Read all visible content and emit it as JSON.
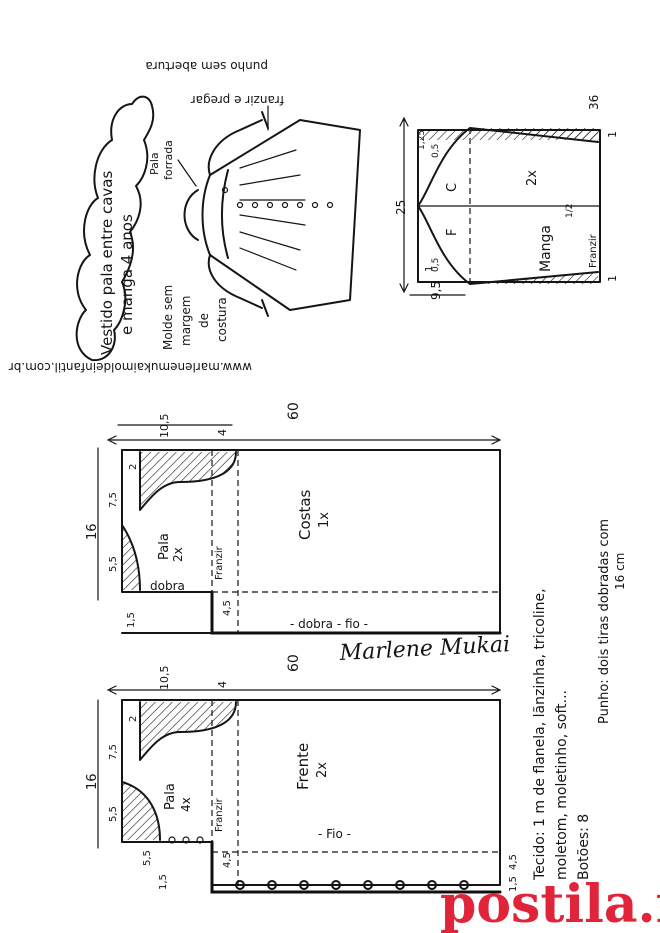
{
  "header": {
    "title_line1": "Vestido pala entre cavas",
    "title_line2": "e manga 4 anos",
    "note_line1": "Molde sem",
    "note_line2": "margem",
    "note_line3": "de",
    "note_line4": "costura",
    "website": "www.marlenemukaimoldeinfantil.com.br"
  },
  "sketch": {
    "collar_label_1": "Pala",
    "collar_label_2": "forrada",
    "cuff_note_1": "franzir e pregar",
    "cuff_note_2": "punho sem abertura"
  },
  "sleeve": {
    "label": "Manga",
    "count": "2x",
    "letter_c": "C",
    "letter_f": "F",
    "franzir": "Franzir",
    "dim_36": "36",
    "dim_25": "25",
    "dim_9_5": "9,5",
    "dim_1_25": "1,25",
    "dim_0_5a": "0,5",
    "dim_0_5b": "0,5",
    "dim_1a": "1",
    "dim_1b": "1",
    "dim_1c": "1",
    "dim_half": "1/2"
  },
  "back": {
    "label": "Costas",
    "count": "1x",
    "yoke_label": "Pala",
    "yoke_count": "2x",
    "dobra": "dobra",
    "franzir": "Franzir",
    "dobra_fio": "- dobra - fio -",
    "dim_60": "60",
    "dim_16": "16",
    "dim_10_5": "10,5",
    "dim_4": "4",
    "dim_2": "2",
    "dim_7_5": "7,5",
    "dim_5_5": "5,5",
    "dim_1_5": "1,5",
    "dim_4_5": "4,5"
  },
  "front": {
    "label": "Frente",
    "count": "2x",
    "yoke_label": "Pala",
    "yoke_count": "4x",
    "franzir": "Franzir",
    "fio": "- Fio -",
    "dim_60": "60",
    "dim_16": "16",
    "dim_10_5": "10,5",
    "dim_4": "4",
    "dim_2": "2",
    "dim_7_5": "7,5",
    "dim_5_5a": "5,5",
    "dim_5_5b": "5,5",
    "dim_1_5": "1,5",
    "dim_4_5a": "4,5",
    "dim_4_5b": "4,5",
    "dim_1_5b": "1,5"
  },
  "notes": {
    "fabric_line1": "Tecido: 1 m de flanela, lãnzinha, tricoline,",
    "fabric_line2": "moletom, moletinho, soft...",
    "buttons": "Botões: 8",
    "cuff_line1": "Punho: dois tiras dobradas com",
    "cuff_line2": "16 cm"
  },
  "signature": "Marlene Mukai",
  "watermark": "postila.ru",
  "colors": {
    "ink": "#151515",
    "watermark_red": "#e0243a",
    "paper": "#ffffff"
  }
}
